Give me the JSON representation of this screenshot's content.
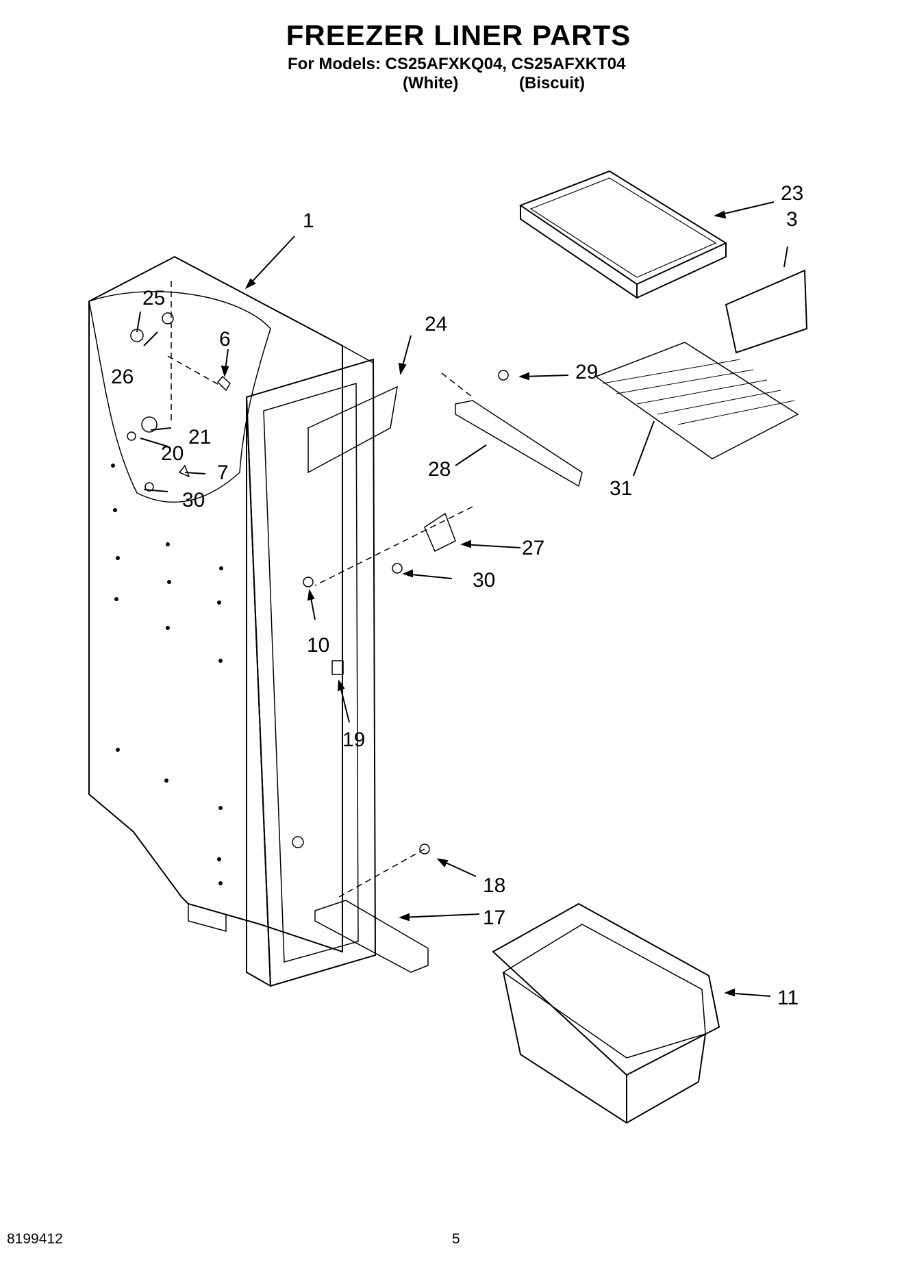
{
  "header": {
    "title": "FREEZER LINER PARTS",
    "models_line": "For Models: CS25AFXKQ04, CS25AFXKT04",
    "variant_1": "(White)",
    "variant_2": "(Biscuit)"
  },
  "callouts": [
    "1",
    "23",
    "3",
    "25",
    "24",
    "26",
    "6",
    "29",
    "21",
    "20",
    "7",
    "28",
    "31",
    "30",
    "27",
    "30",
    "10",
    "19",
    "18",
    "17",
    "11"
  ],
  "footer": {
    "doc_number": "8199412",
    "page_number": "5"
  }
}
